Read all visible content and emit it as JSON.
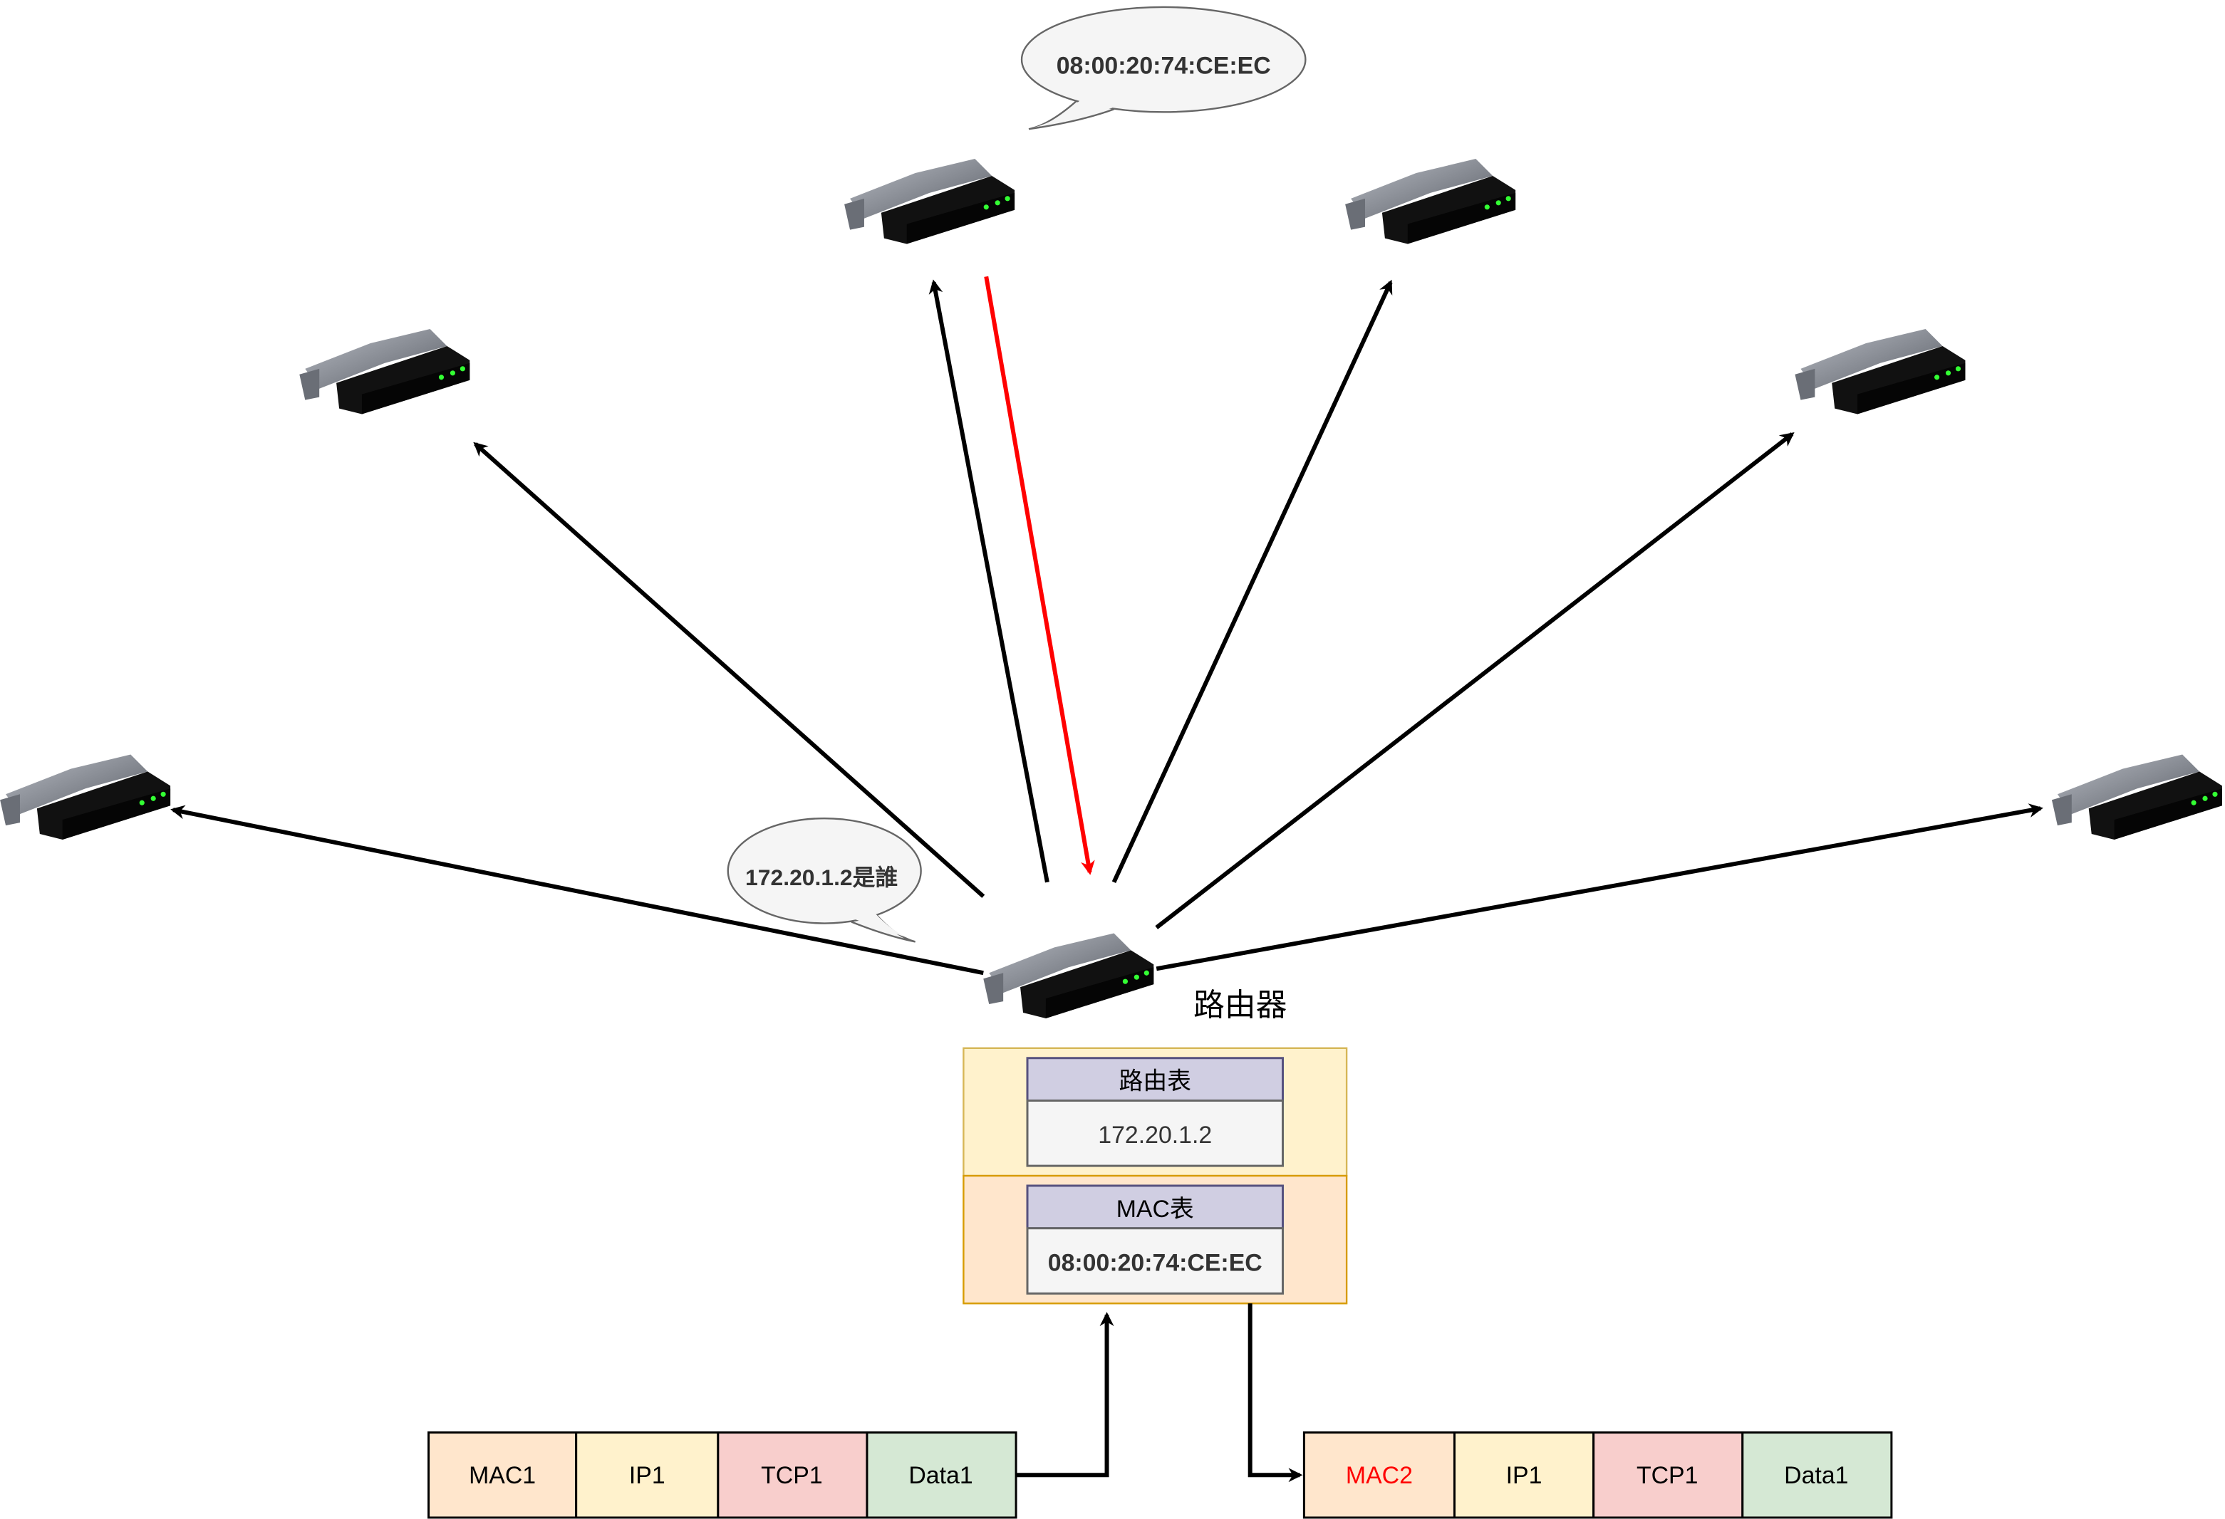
{
  "router_label": "路由器",
  "bubbles": {
    "query": "172.20.1.2是誰",
    "reply": "08:00:20:74:CE:EC"
  },
  "router_box": {
    "routing_table": {
      "header": "路由表",
      "value": "172.20.1.2"
    },
    "mac_table": {
      "header": "MAC表",
      "value": "08:00:20:74:CE:EC"
    }
  },
  "packet_in": [
    "MAC1",
    "IP1",
    "TCP1",
    "Data1"
  ],
  "packet_out": [
    "MAC2",
    "IP1",
    "TCP1",
    "Data1"
  ],
  "colors": {
    "mac": "#ffe6cc",
    "ip": "#fff2cc",
    "tcp": "#f8cecc",
    "data": "#d5e8d4",
    "reply_arrow": "#ff0000",
    "highlight_text": "#ff0000",
    "table_header": "#d0cee2",
    "table_cell": "#f5f5f5"
  }
}
